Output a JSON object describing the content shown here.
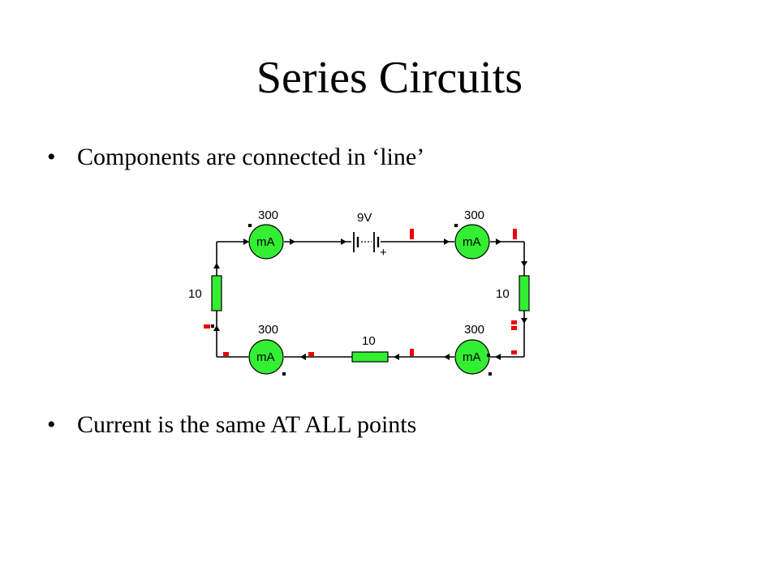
{
  "slide": {
    "title": "Series Circuits",
    "bullets": [
      {
        "marker": "•",
        "text": "Components are connected in ‘line’"
      },
      {
        "marker": "•",
        "text": "Current is the same AT ALL points"
      }
    ]
  },
  "circuit": {
    "battery_label": "9V",
    "battery_plus": "+",
    "ammeters": [
      {
        "reading": "300",
        "unit": "mA"
      },
      {
        "reading": "300",
        "unit": "mA"
      },
      {
        "reading": "300",
        "unit": "mA"
      },
      {
        "reading": "300",
        "unit": "mA"
      }
    ],
    "resistors": [
      {
        "value": "10"
      },
      {
        "value": "10"
      },
      {
        "value": "10"
      }
    ],
    "colors": {
      "meter_fill": "#33ee33",
      "resistor_fill": "#33ee33",
      "marker_red": "#ee0000",
      "wire": "#000000"
    }
  }
}
